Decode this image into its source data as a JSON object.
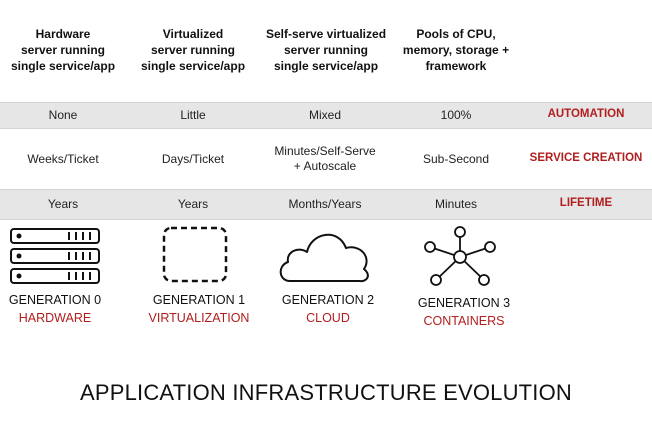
{
  "headers": [
    [
      "Hardware",
      "server running",
      "single service/app"
    ],
    [
      "Virtualized",
      "server running",
      "single service/app"
    ],
    [
      "Self-serve virtualized",
      "server running",
      "single service/app"
    ],
    [
      "Pools of CPU,",
      "memory, storage +",
      "framework"
    ]
  ],
  "rows": [
    {
      "label": "AUTOMATION",
      "values": [
        "None",
        "Little",
        "Mixed",
        "100%"
      ]
    },
    {
      "label": "SERVICE CREATION",
      "values": [
        "Weeks/Ticket",
        "Days/Ticket",
        "Minutes/Self-Serve\n+ Autoscale",
        "Sub-Second"
      ]
    },
    {
      "label": "LIFETIME",
      "values": [
        "Years",
        "Years",
        "Months/Years",
        "Minutes"
      ]
    }
  ],
  "generations": [
    {
      "gen": "GENERATION 0",
      "name": "HARDWARE",
      "icon": "server-rack-icon"
    },
    {
      "gen": "GENERATION 1",
      "name": "VIRTUALIZATION",
      "icon": "dashed-box-icon"
    },
    {
      "gen": "GENERATION 2",
      "name": "CLOUD",
      "icon": "cloud-icon"
    },
    {
      "gen": "GENERATION 3",
      "name": "CONTAINERS",
      "icon": "network-hub-icon"
    }
  ],
  "title": "APPLICATION INFRASTRUCTURE EVOLUTION",
  "colors": {
    "accent": "#b21e1e",
    "band": "#e6e6e6"
  }
}
